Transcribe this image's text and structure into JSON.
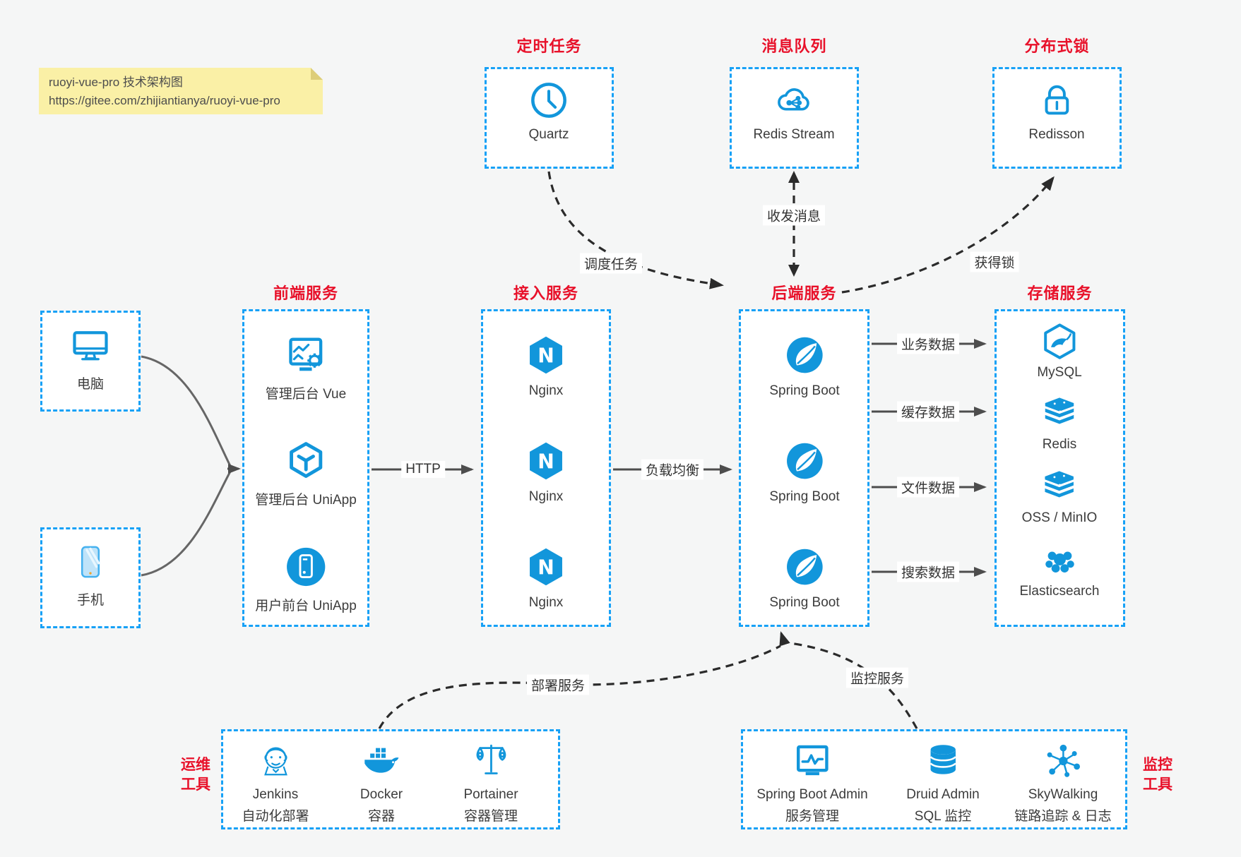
{
  "note": {
    "line1": "ruoyi-vue-pro 技术架构图",
    "line2": "https://gitee.com/zhijiantianya/ruoyi-vue-pro"
  },
  "top_sections": [
    {
      "title": "定时任务",
      "item_label": "Quartz",
      "icon": "clock-icon"
    },
    {
      "title": "消息队列",
      "item_label": "Redis Stream",
      "icon": "cloud-stream-icon"
    },
    {
      "title": "分布式锁",
      "item_label": "Redisson",
      "icon": "lock-icon"
    }
  ],
  "clients": [
    {
      "label": "电脑",
      "icon": "desktop-icon"
    },
    {
      "label": "手机",
      "icon": "phone-icon"
    }
  ],
  "front": {
    "title": "前端服务",
    "items": [
      {
        "label": "管理后台 Vue",
        "icon": "admin-vue-icon"
      },
      {
        "label": "管理后台 UniApp",
        "icon": "uniapp-cube-icon"
      },
      {
        "label": "用户前台 UniApp",
        "icon": "user-uniapp-icon"
      }
    ]
  },
  "gateway": {
    "title": "接入服务",
    "items": [
      {
        "label": "Nginx",
        "icon": "nginx-icon"
      },
      {
        "label": "Nginx",
        "icon": "nginx-icon"
      },
      {
        "label": "Nginx",
        "icon": "nginx-icon"
      }
    ]
  },
  "backend": {
    "title": "后端服务",
    "items": [
      {
        "label": "Spring Boot",
        "icon": "spring-icon"
      },
      {
        "label": "Spring Boot",
        "icon": "spring-icon"
      },
      {
        "label": "Spring Boot",
        "icon": "spring-icon"
      }
    ]
  },
  "storage": {
    "title": "存储服务",
    "items": [
      {
        "label": "MySQL",
        "icon": "mysql-icon"
      },
      {
        "label": "Redis",
        "icon": "redis-stack-icon"
      },
      {
        "label": "OSS / MinIO",
        "icon": "storage-stack-icon"
      },
      {
        "label": "Elasticsearch",
        "icon": "elasticsearch-icon"
      }
    ]
  },
  "ops": {
    "title_line1": "运维",
    "title_line2": "工具",
    "items": [
      {
        "name": "Jenkins",
        "desc": "自动化部署",
        "icon": "jenkins-icon"
      },
      {
        "name": "Docker",
        "desc": "容器",
        "icon": "docker-icon"
      },
      {
        "name": "Portainer",
        "desc": "容器管理",
        "icon": "portainer-icon"
      }
    ]
  },
  "monitoring": {
    "title_line1": "监控",
    "title_line2": "工具",
    "items": [
      {
        "name": "Spring Boot Admin",
        "desc": "服务管理",
        "icon": "boot-admin-icon"
      },
      {
        "name": "Druid Admin",
        "desc": "SQL 监控",
        "icon": "druid-db-icon"
      },
      {
        "name": "SkyWalking",
        "desc": "链路追踪 & 日志",
        "icon": "skywalking-icon"
      }
    ]
  },
  "edges": {
    "http": "HTTP",
    "load_balance": "负载均衡",
    "business_data": "业务数据",
    "cache_data": "缓存数据",
    "file_data": "文件数据",
    "search_data": "搜索数据",
    "schedule_task": "调度任务",
    "message": "收发消息",
    "acquire_lock": "获得锁",
    "deploy": "部署服务",
    "monitor": "监控服务"
  },
  "colors": {
    "icon_blue": "#1296db",
    "border_blue": "#17a1f6",
    "title_red": "#e8112a",
    "background": "#f5f6f6",
    "note_bg": "#faf0a6",
    "solid_arrow": "#4d4d4d",
    "dashed_arrow": "#2b2b2b"
  }
}
